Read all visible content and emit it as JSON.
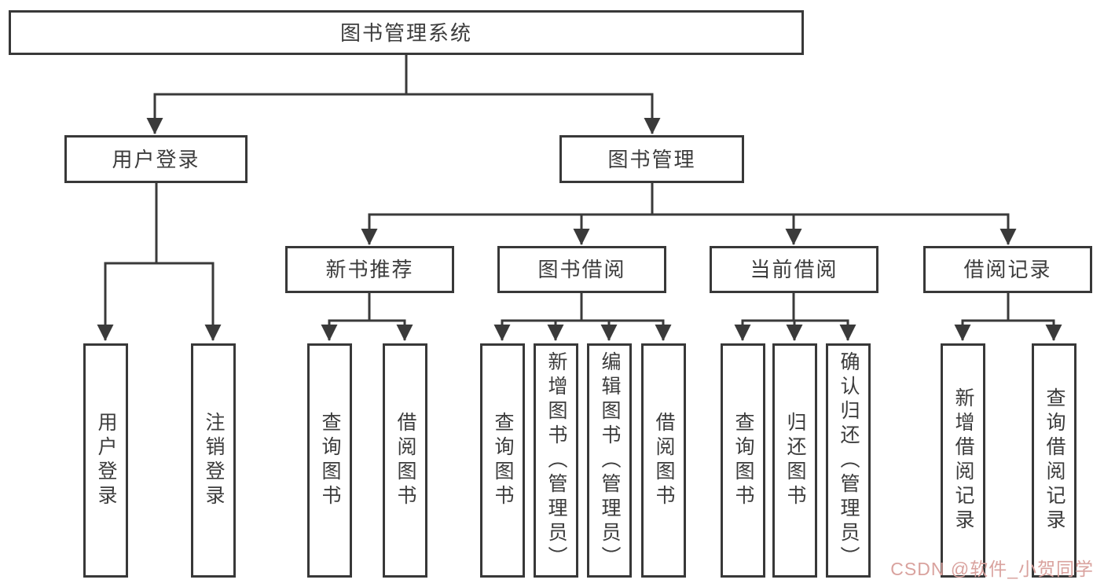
{
  "diagram": {
    "root": {
      "label": "图书管理系统"
    },
    "branches": [
      {
        "label": "用户登录",
        "leaves": [
          {
            "label": "用户登录"
          },
          {
            "label": "注销登录"
          }
        ]
      },
      {
        "label": "图书管理",
        "groups": [
          {
            "label": "新书推荐",
            "leaves": [
              {
                "label": "查询图书"
              },
              {
                "label": "借阅图书"
              }
            ]
          },
          {
            "label": "图书借阅",
            "leaves": [
              {
                "label": "查询图书"
              },
              {
                "label": "新增图书（管理员）"
              },
              {
                "label": "编辑图书（管理员）"
              },
              {
                "label": "借阅图书"
              }
            ]
          },
          {
            "label": "当前借阅",
            "leaves": [
              {
                "label": "查询图书"
              },
              {
                "label": "归还图书"
              },
              {
                "label": "确认归还（管理员）"
              }
            ]
          },
          {
            "label": "借阅记录",
            "leaves": [
              {
                "label": "新增借阅记录"
              },
              {
                "label": "查询借阅记录"
              }
            ]
          }
        ]
      }
    ]
  },
  "watermark": {
    "text": "CSDN @软件_小贺同学"
  },
  "colors": {
    "line": "#3a3a3a",
    "box_border": "#383838",
    "text": "#3c3c3c",
    "background": "#ffffff",
    "watermark": "#d9a29e"
  }
}
